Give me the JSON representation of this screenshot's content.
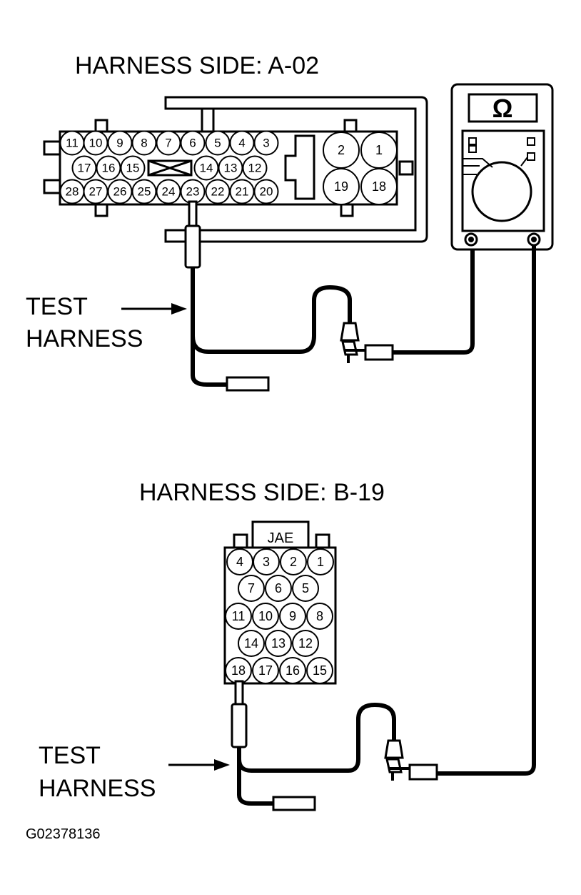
{
  "connector_a": {
    "title": "HARNESS SIDE: A-02",
    "row1": [
      "11",
      "10",
      "9",
      "8",
      "7",
      "6",
      "5",
      "4",
      "3"
    ],
    "row2": [
      "17",
      "16",
      "15",
      "",
      "14",
      "13",
      "12"
    ],
    "row3": [
      "28",
      "27",
      "26",
      "25",
      "24",
      "23",
      "22",
      "21",
      "20"
    ],
    "large_pins": [
      "2",
      "1",
      "19",
      "18"
    ]
  },
  "connector_b": {
    "title": "HARNESS SIDE: B-19",
    "maker": "JAE",
    "row1": [
      "4",
      "3",
      "2",
      "1"
    ],
    "row2": [
      "7",
      "6",
      "5"
    ],
    "row3": [
      "11",
      "10",
      "9",
      "8"
    ],
    "row4": [
      "14",
      "13",
      "12"
    ],
    "row5": [
      "18",
      "17",
      "16",
      "15"
    ]
  },
  "test_harness_a": {
    "line1": "TEST",
    "line2": "HARNESS"
  },
  "test_harness_b": {
    "line1": "TEST",
    "line2": "HARNESS"
  },
  "meter": {
    "symbol": "Ω"
  },
  "figure_id": "G02378136"
}
